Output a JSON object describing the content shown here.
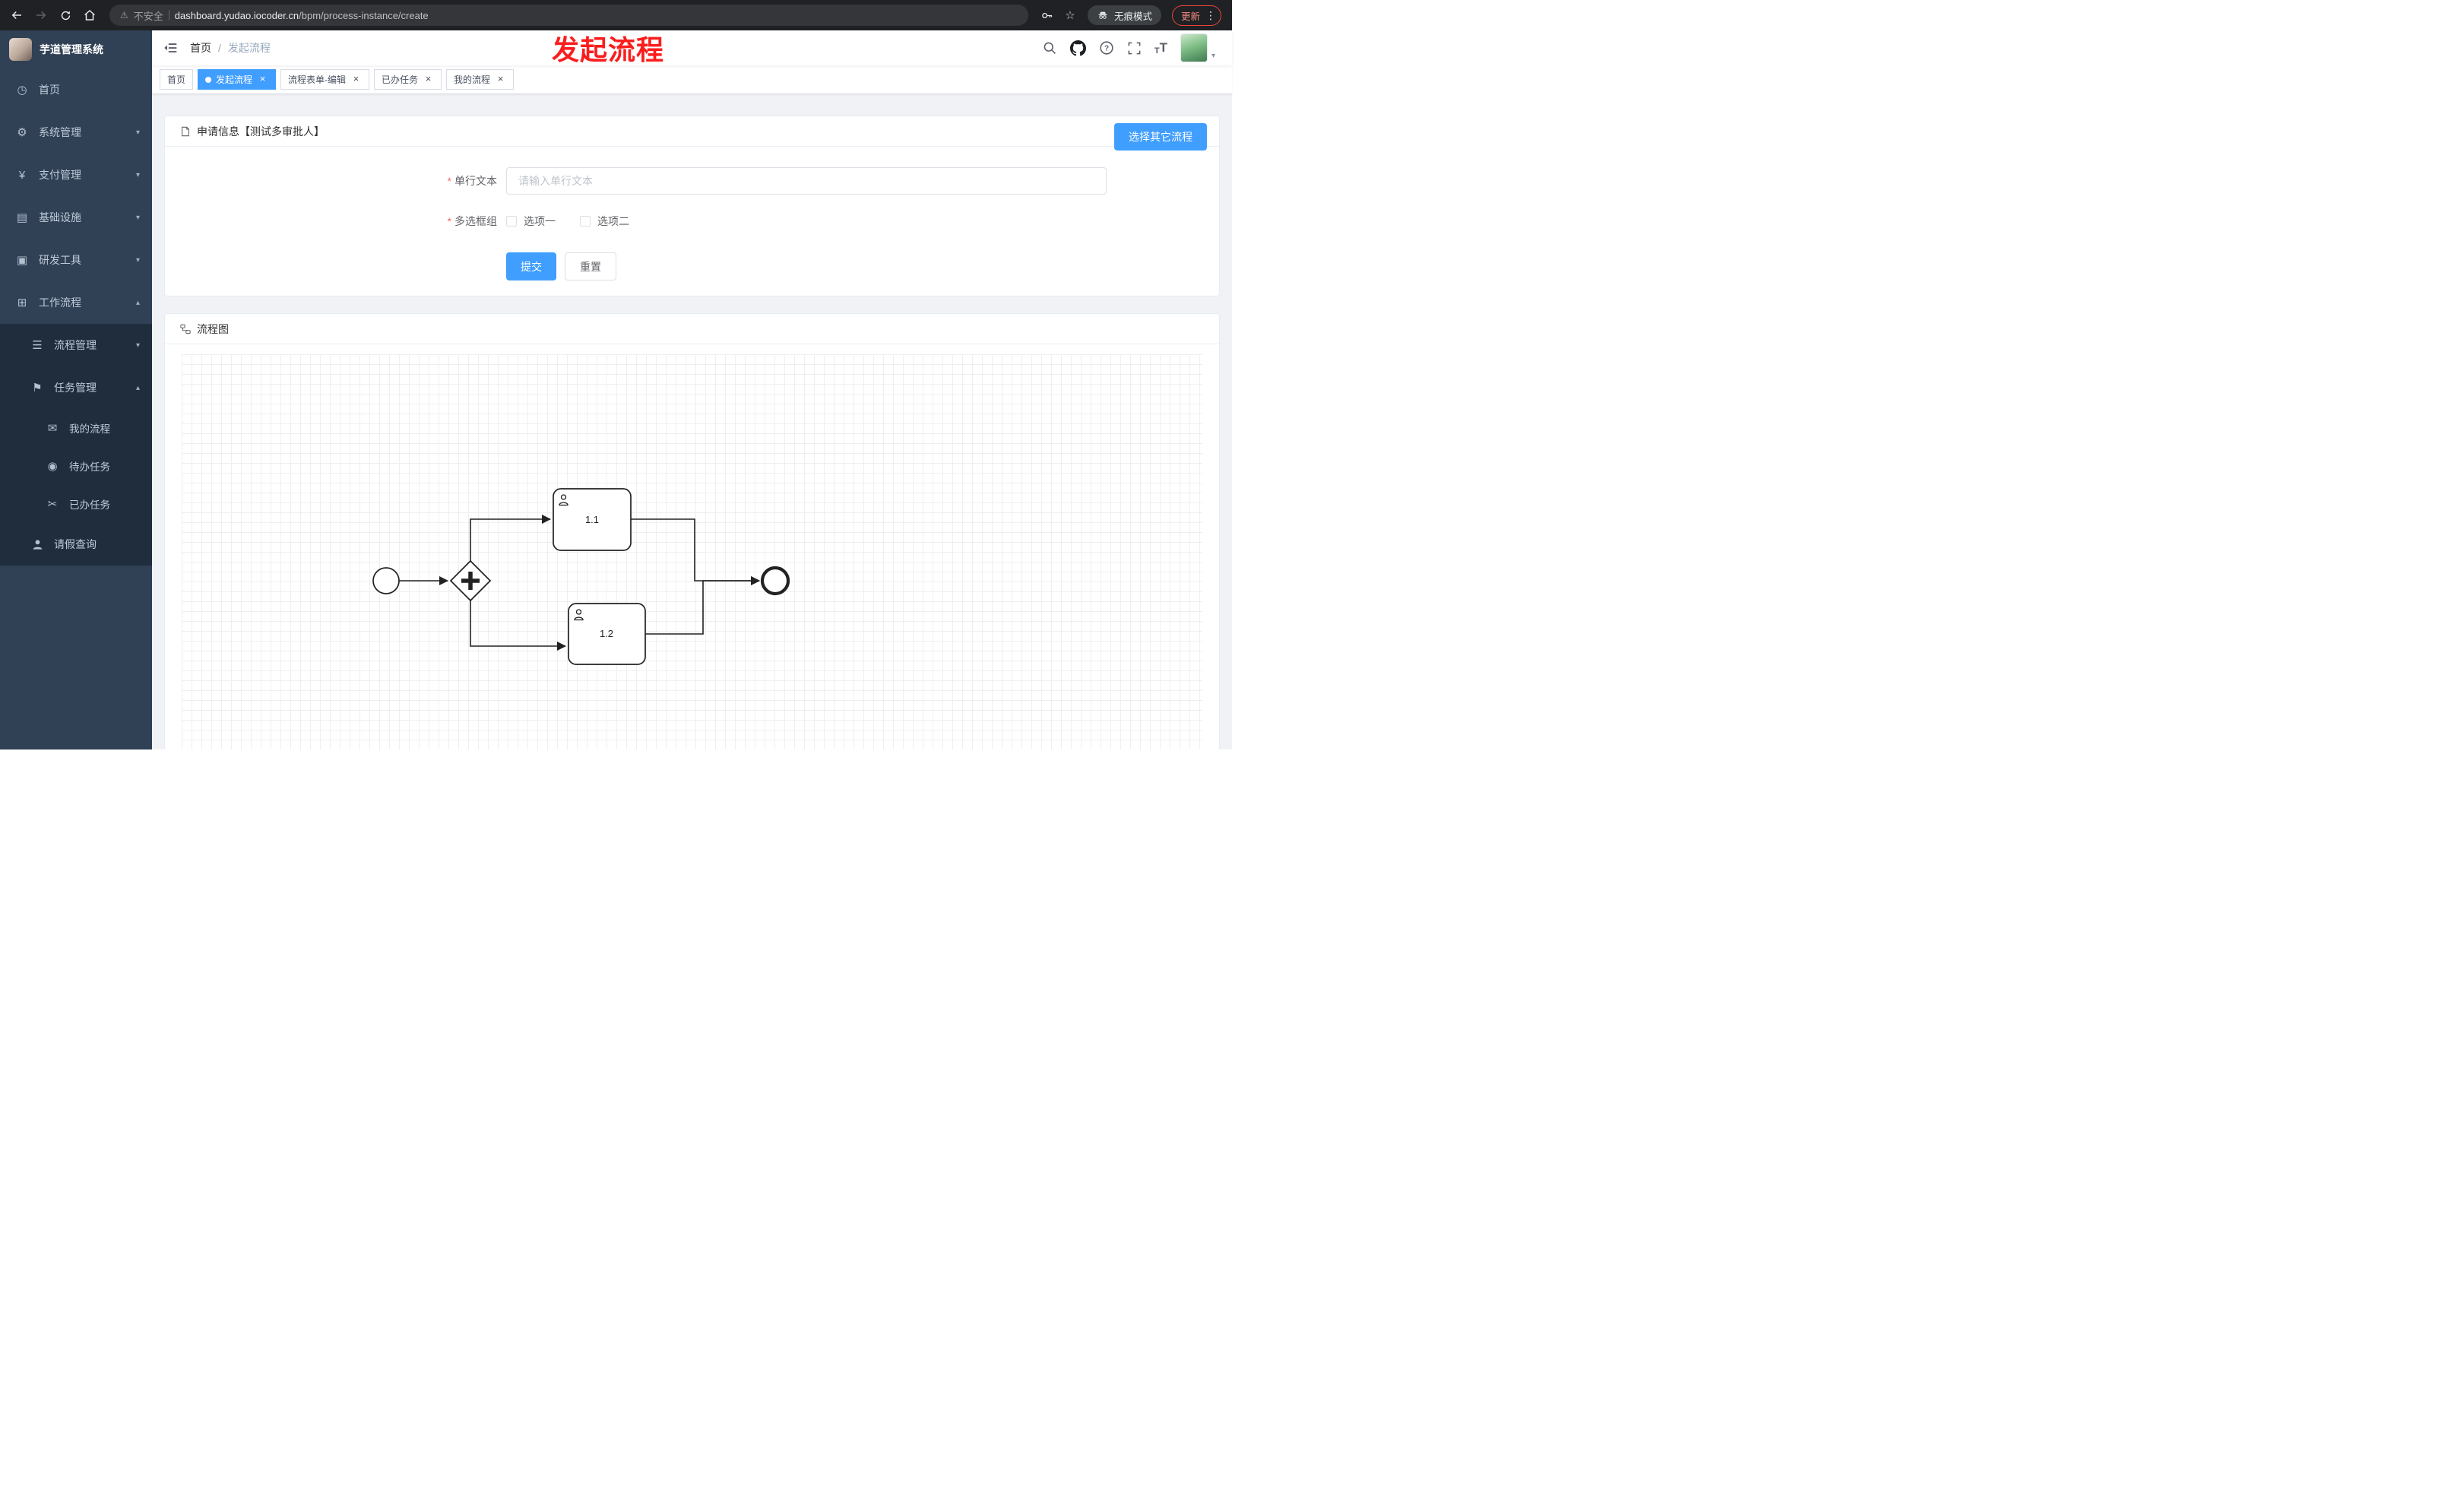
{
  "annotation": {
    "title": "发起流程"
  },
  "browser": {
    "security_label": "不安全",
    "url_host": "dashboard.yudao.iocoder.cn",
    "url_path": "/bpm/process-instance/create",
    "incognito_label": "无痕模式",
    "update_label": "更新"
  },
  "sidebar": {
    "logo_title": "芋道管理系统",
    "items": {
      "home": "首页",
      "system": "系统管理",
      "payment": "支付管理",
      "infra": "基础设施",
      "devtools": "研发工具",
      "workflow": "工作流程",
      "process_mgmt": "流程管理",
      "task_mgmt": "任务管理",
      "my_process": "我的流程",
      "todo_task": "待办任务",
      "done_task": "已办任务",
      "leave_query": "请假查询"
    }
  },
  "header": {
    "breadcrumb_home": "首页",
    "breadcrumb_sep": "/",
    "breadcrumb_current": "发起流程"
  },
  "tabs": [
    {
      "label": "首页"
    },
    {
      "label": "发起流程"
    },
    {
      "label": "流程表单-编辑"
    },
    {
      "label": "已办任务"
    },
    {
      "label": "我的流程"
    }
  ],
  "form_card": {
    "title": "申请信息【测试多审批人】",
    "select_other": "选择其它流程",
    "required_mark": "*",
    "field_text_label": "单行文本",
    "field_text_placeholder": "请输入单行文本",
    "field_checkbox_label": "多选框组",
    "option1": "选项一",
    "option2": "选项二",
    "submit": "提交",
    "reset": "重置"
  },
  "diagram_card": {
    "title": "流程图",
    "task1_label": "1.1",
    "task2_label": "1.2"
  },
  "icons": {
    "close": "×",
    "chevron_down": "▾",
    "chevron_up": "▴",
    "star": "☆",
    "dots": "⋮",
    "warning": "⚠",
    "dashboard": "◷",
    "gear": "⚙",
    "yen": "¥",
    "grid": "▤",
    "box": "▣",
    "workflow": "⊞",
    "list": "☰",
    "flag": "⚑",
    "message": "✉",
    "eye": "◉",
    "scissors": "✂",
    "caret_down": "▾",
    "font_small": "T",
    "font_large": "T"
  },
  "colors": {
    "accent": "#409eff",
    "sidebar_bg": "#304156",
    "sidebar_sub_bg": "#1f2d3d",
    "annotation_red": "#fb1d1d"
  }
}
